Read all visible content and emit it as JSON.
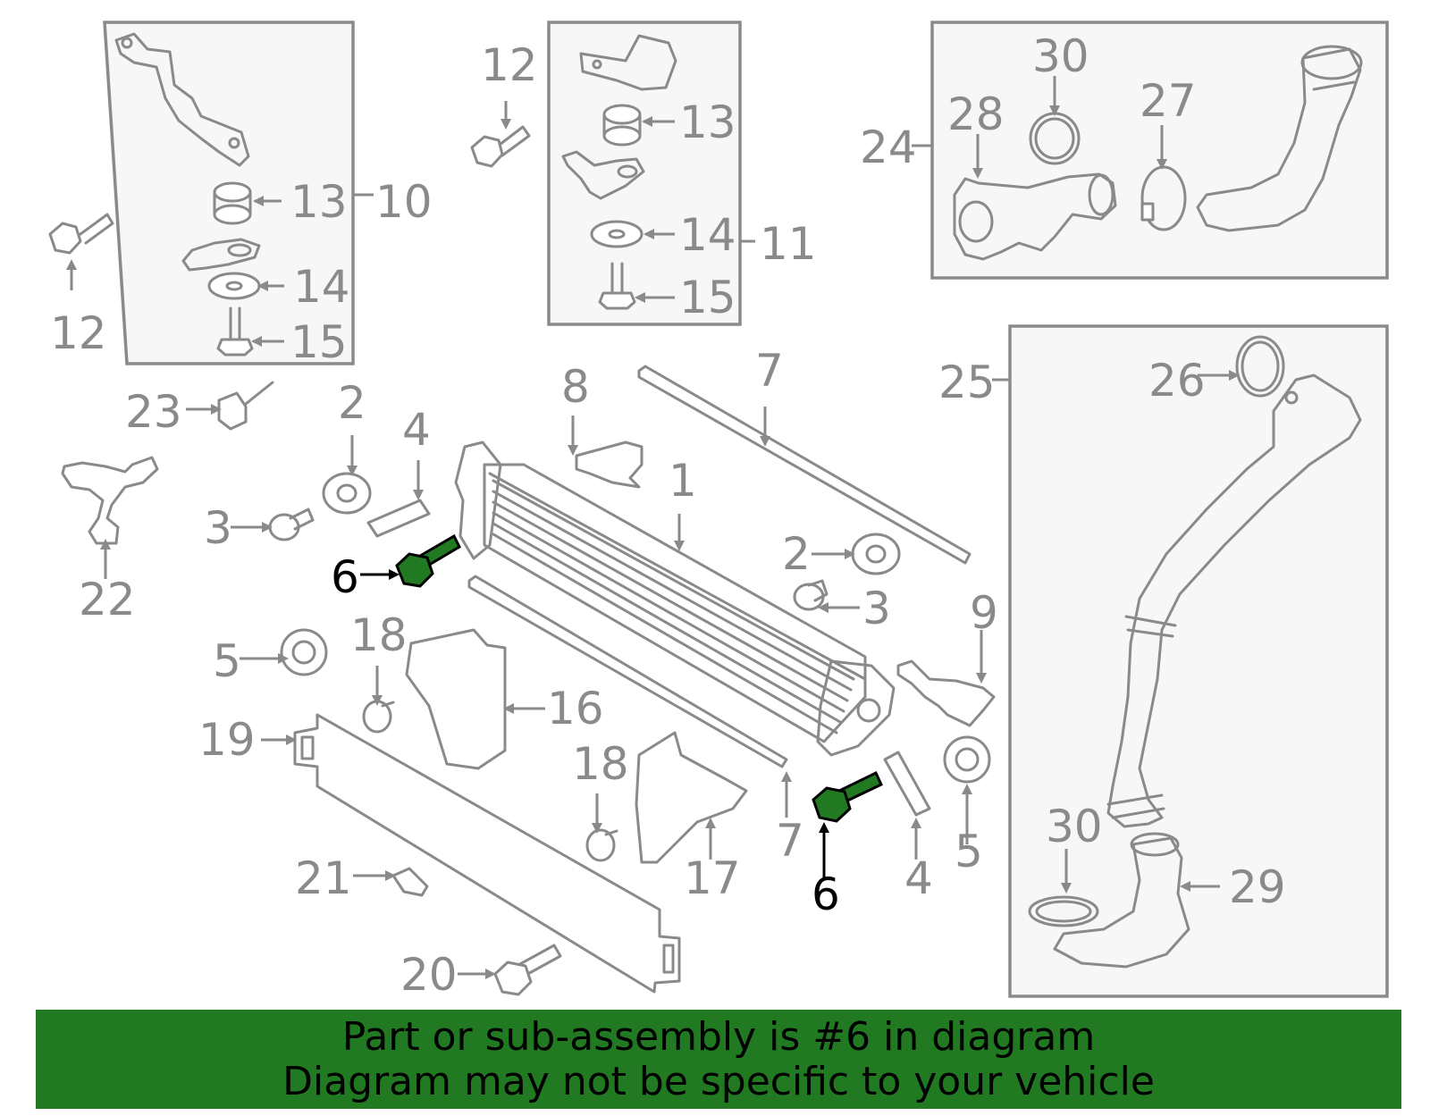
{
  "callouts": {
    "c1": "1",
    "c2a": "2",
    "c2b": "2",
    "c3a": "3",
    "c3b": "3",
    "c4a": "4",
    "c4b": "4",
    "c5a": "5",
    "c5b": "5",
    "c6a": "6",
    "c6b": "6",
    "c7a": "7",
    "c7b": "7",
    "c8": "8",
    "c9": "9",
    "c10": "10",
    "c11": "11",
    "c12a": "12",
    "c12b": "12",
    "c13a": "13",
    "c13b": "13",
    "c14a": "14",
    "c14b": "14",
    "c15a": "15",
    "c15b": "15",
    "c16": "16",
    "c17": "17",
    "c18a": "18",
    "c18b": "18",
    "c19": "19",
    "c20": "20",
    "c21": "21",
    "c22": "22",
    "c23": "23",
    "c24": "24",
    "c25": "25",
    "c26": "26",
    "c27": "27",
    "c28": "28",
    "c29": "29",
    "c30a": "30",
    "c30b": "30"
  },
  "highlight_color": "#217a21",
  "banner": {
    "line1": "Part or sub-assembly is #6 in diagram",
    "line2": "Diagram may not be specific to your vehicle"
  }
}
